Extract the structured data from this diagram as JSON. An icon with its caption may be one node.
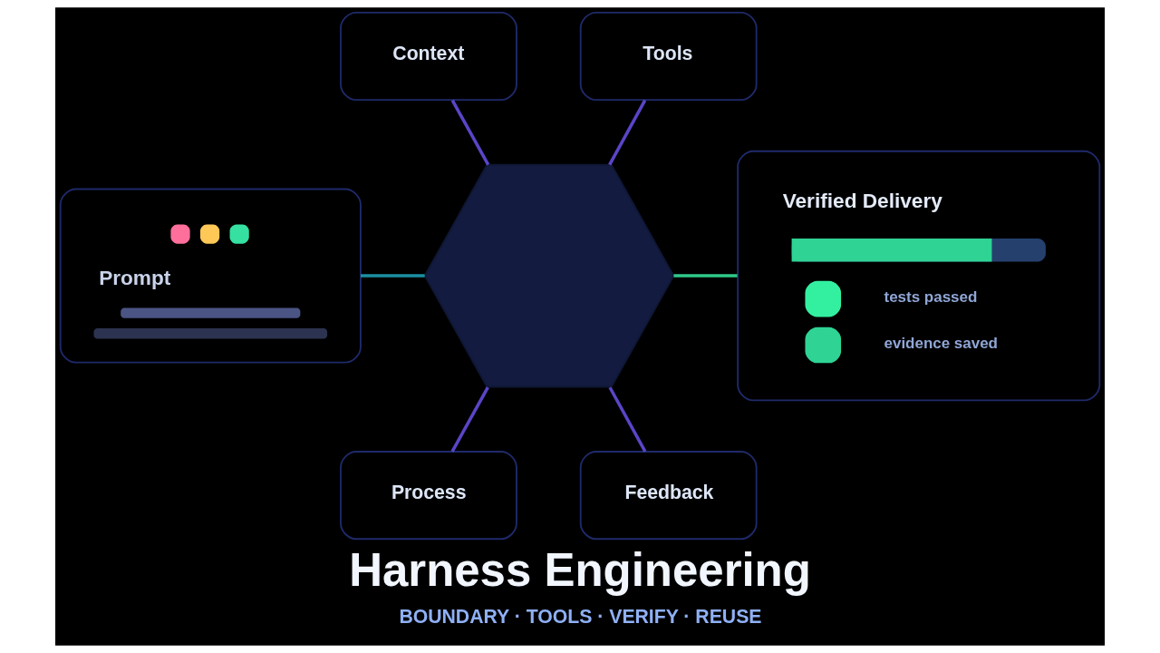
{
  "diagram": {
    "title": "Harness Engineering",
    "caption": "BOUNDARY · TOOLS · VERIFY · REUSE",
    "nodes": [
      {
        "text": [
          "Context"
        ]
      },
      {
        "text": [
          "Tools"
        ]
      },
      {
        "text": [
          "Prompt"
        ]
      },
      {
        "text": [],
        "shape": "hexagon"
      },
      {
        "text": [
          "Verified Delivery",
          "tests passed",
          "evidence saved"
        ]
      },
      {
        "text": [
          "Process"
        ]
      },
      {
        "text": [
          "Feedback"
        ]
      }
    ],
    "edges": [
      {
        "from": 0,
        "to": 3,
        "arrow": "none"
      },
      {
        "from": 1,
        "to": 3,
        "arrow": "none"
      },
      {
        "from": 2,
        "to": 3,
        "arrow": "none",
        "color": "#1b8fa3"
      },
      {
        "from": 3,
        "to": 4,
        "arrow": "none",
        "color": "#2ec98a"
      },
      {
        "from": 3,
        "to": 5,
        "arrow": "none"
      },
      {
        "from": 3,
        "to": 6,
        "arrow": "none"
      }
    ]
  }
}
